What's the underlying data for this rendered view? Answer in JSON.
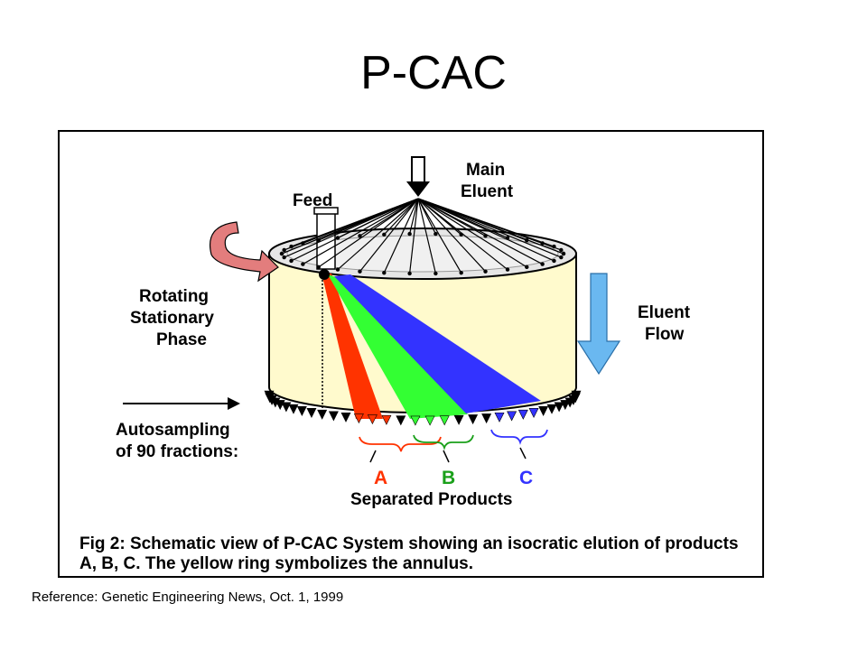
{
  "slide": {
    "title": "P-CAC",
    "reference": "Reference: Genetic Engineering News, Oct. 1, 1999"
  },
  "figure": {
    "labels": {
      "main_eluent": [
        "Main",
        "Eluent"
      ],
      "feed": "Feed",
      "rotating_stationary_phase": [
        "Rotating",
        "Stationary",
        "Phase"
      ],
      "eluent_flow": [
        "Eluent",
        "Flow"
      ],
      "autosampling": [
        "Autosampling",
        "of 90 fractions:"
      ],
      "product_a": "A",
      "product_b": "B",
      "product_c": "C",
      "separated_products": "Separated Products"
    },
    "caption": "Fig 2: Schematic view of P-CAC System showing an isocratic elution of products A, B, C. The yellow ring symbolizes the annulus.",
    "colors": {
      "annulus": "#fffacd",
      "product_a": "#ff3300",
      "product_b": "#33ff33",
      "product_c": "#3333ff",
      "rotation_arrow": "#e37d7d",
      "eluent_flow_arrow": "#6ab8f0"
    }
  }
}
